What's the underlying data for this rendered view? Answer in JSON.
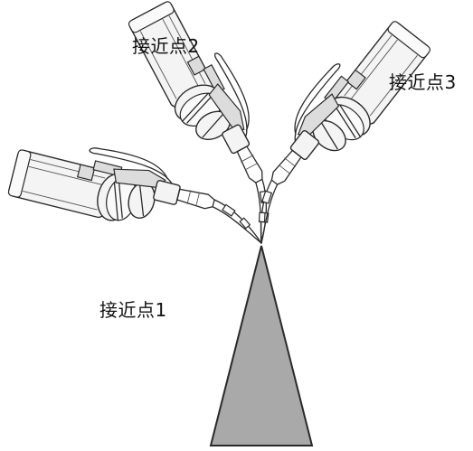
{
  "labels": {
    "approach_point_1": "接近点1",
    "approach_point_2": "接近点2",
    "approach_point_3": "接近点3"
  },
  "colors": {
    "cone_fill": "#a9a9a9",
    "outline": "#2a2a2a",
    "tool_body": "#f4f4f4"
  },
  "icons": [
    "welding-torch-icon",
    "cone-workpiece-icon"
  ]
}
